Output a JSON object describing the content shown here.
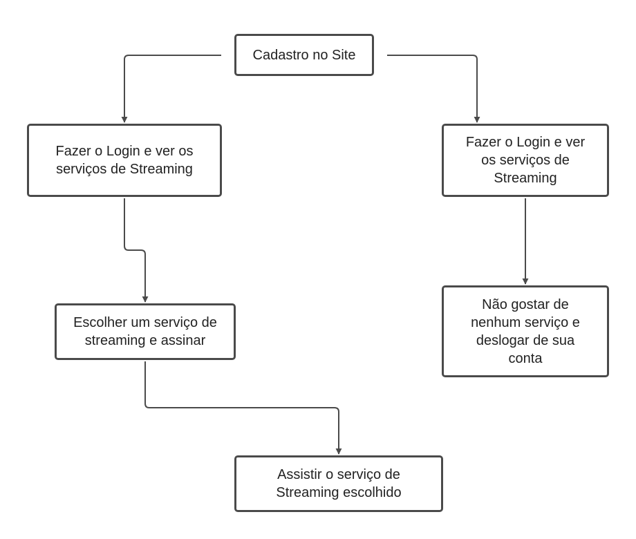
{
  "colors": {
    "stroke": "#4a4a4a",
    "text": "#222222",
    "background": "#ffffff"
  },
  "nodes": {
    "cadastro": {
      "label": "Cadastro no Site"
    },
    "login_left": {
      "label": "Fazer o Login e ver os serviços de Streaming"
    },
    "login_right": {
      "label": "Fazer o Login e ver os serviços de Streaming"
    },
    "escolher": {
      "label": "Escolher um serviço de streaming e assinar"
    },
    "nao_gostar": {
      "label": "Não gostar de nenhum serviço e deslogar de sua conta"
    },
    "assistir": {
      "label": "Assistir o serviço de Streaming escolhido"
    }
  },
  "edges": [
    {
      "from": "cadastro",
      "to": "login_left"
    },
    {
      "from": "cadastro",
      "to": "login_right"
    },
    {
      "from": "login_left",
      "to": "escolher"
    },
    {
      "from": "login_right",
      "to": "nao_gostar"
    },
    {
      "from": "escolher",
      "to": "assistir"
    }
  ]
}
